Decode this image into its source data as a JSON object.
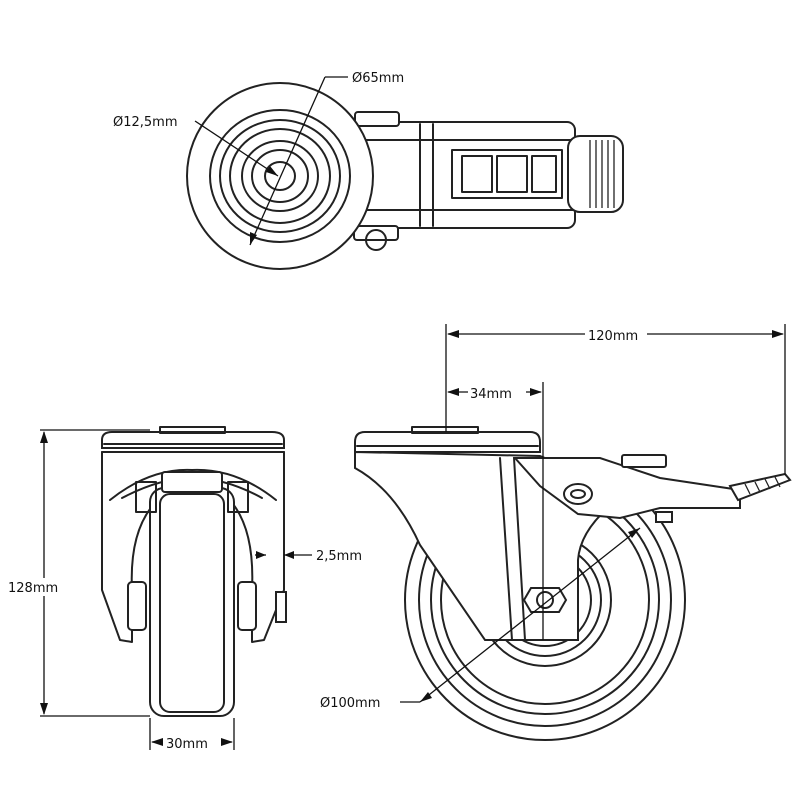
{
  "dimensions": {
    "top_bore": "Ø12,5mm",
    "top_wheel_diameter": "Ø65mm",
    "overall_length": "120mm",
    "swivel_offset": "34mm",
    "total_height": "128mm",
    "plate_thickness": "2,5mm",
    "wheel_width": "30mm",
    "wheel_diameter": "Ø100mm"
  },
  "views": [
    "top-view",
    "front-view",
    "side-view"
  ]
}
